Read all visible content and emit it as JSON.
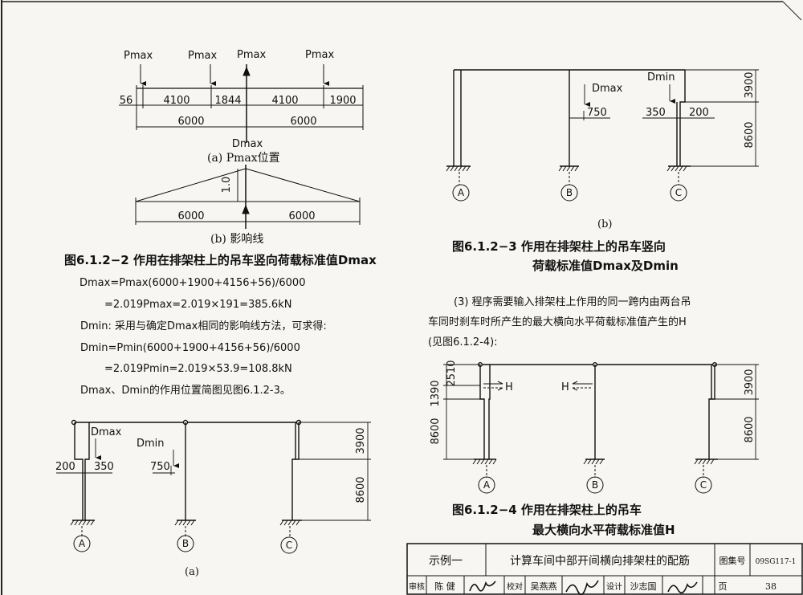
{
  "fig_a_top": {
    "loads": [
      "Pmax",
      "Pmax",
      "Pmax",
      "Pmax"
    ],
    "dims_row1": [
      "56",
      "4100",
      "1844",
      "4100",
      "1900"
    ],
    "dims_row2": [
      "6000",
      "6000"
    ],
    "reaction": "Dmax",
    "caption": "(a) Pmax位置"
  },
  "fig_b_top": {
    "ordinate": "1.0",
    "dims": [
      "6000",
      "6000"
    ],
    "caption": "(b) 影响线"
  },
  "fig_612_2_title": "图6.1.2−2 作用在排架柱上的吊车竖向荷载标准值Dmax",
  "text_lines": [
    "Dmax=Pmax(6000+1900+4156+56)/6000",
    "=2.019Pmax=2.019×191=385.6kN",
    "Dmin: 采用与确定Dmax相同的影响线方法，可求得:",
    "Dmin=Pmin(6000+1900+4156+56)/6000",
    "=2.019Pmin=2.019×53.9=108.8kN",
    "Dmax、Dmin的作用位置简图见图6.1.2-3。"
  ],
  "frame_a": {
    "dmax": "Dmax",
    "dmin": "Dmin",
    "d1": "200",
    "d2": "350",
    "d3": "750",
    "h1": "3900",
    "h2": "8600",
    "axes": [
      "A",
      "B",
      "C"
    ],
    "caption": "(a)"
  },
  "frame_b": {
    "dmax": "Dmax",
    "dmin": "Dmin",
    "d750": "750",
    "d350": "350",
    "d200": "200",
    "h1": "3900",
    "h2": "8600",
    "axes": [
      "A",
      "B",
      "C"
    ],
    "caption": "(b)"
  },
  "fig_612_3_title_1": "图6.1.2−3 作用在排架柱上的吊车竖向",
  "fig_612_3_title_2": "荷载标准值Dmax及Dmin",
  "para_lines": [
    "(3) 程序需要输入排架柱上作用的同一跨内由两台吊",
    "车同时刹车时所产生的最大横向水平荷载标准值产生的H",
    "(见图6.1.2-4):"
  ],
  "frame_c": {
    "h_label": "H",
    "left_dims": [
      "2510",
      "1390",
      "8600"
    ],
    "right_top": [
      "3900",
      "8600"
    ],
    "right_bot": [
      "3900",
      "8600"
    ],
    "axes": [
      "A",
      "B",
      "C"
    ]
  },
  "fig_612_4_title_1": "图6.1.2−4 作用在排架柱上的吊车",
  "fig_612_4_title_2": "最大横向水平荷载标准值H",
  "title_block": {
    "example": "示例一",
    "title": "计算车间中部开间横向排架柱的配筋",
    "atlas_label": "图集号",
    "atlas_no": "09SG117-1",
    "review_label": "审核",
    "review_name": "陈 健",
    "check_label": "校对",
    "check_name": "吴燕燕",
    "design_label": "设计",
    "design_name": "沙志国",
    "page_label": "页",
    "page_no": "38"
  }
}
